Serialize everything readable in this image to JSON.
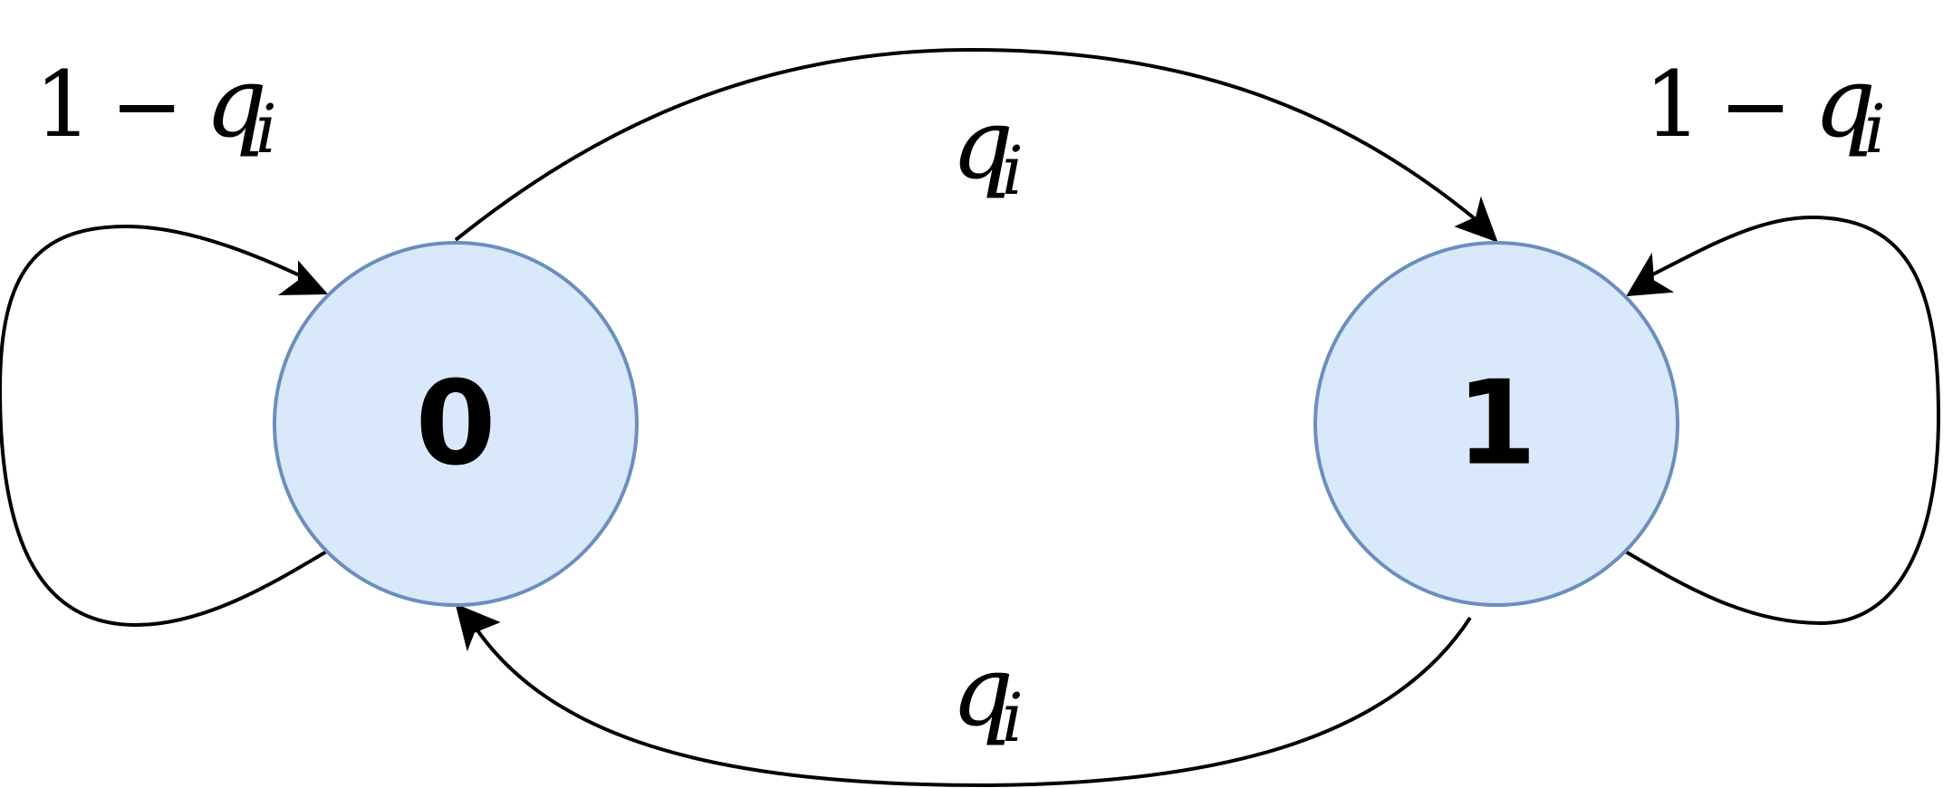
{
  "diagram": {
    "type": "state-transition",
    "colors": {
      "node_fill": "#dae8fc",
      "node_stroke": "#6c8ebf",
      "edge": "#000000",
      "text": "#000000"
    },
    "states": [
      {
        "id": "state-0",
        "label": "0"
      },
      {
        "id": "state-1",
        "label": "1"
      }
    ],
    "transitions": {
      "self_loop_0": {
        "from": "0",
        "to": "0",
        "one": "1",
        "minus": "−",
        "var": "q",
        "sub": "i"
      },
      "edge_0_to_1": {
        "from": "0",
        "to": "1",
        "var": "q",
        "sub": "i"
      },
      "self_loop_1": {
        "from": "1",
        "to": "1",
        "one": "1",
        "minus": "−",
        "var": "q",
        "sub": "i"
      },
      "edge_1_to_0": {
        "from": "1",
        "to": "0",
        "var": "q",
        "sub": "i"
      }
    }
  }
}
